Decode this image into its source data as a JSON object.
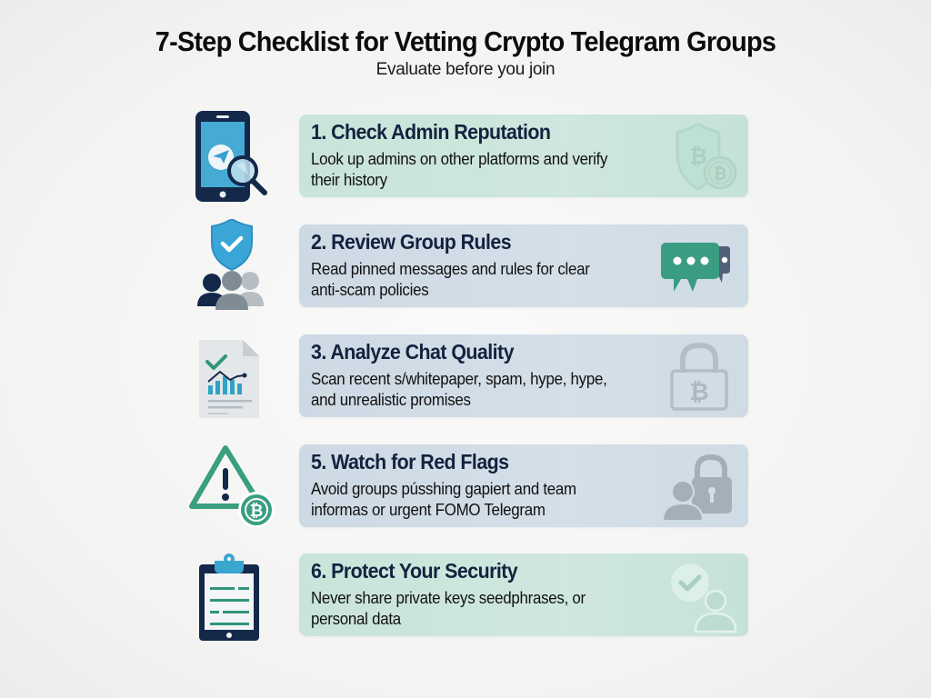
{
  "header": {
    "title": "7-Step Checklist for Vetting Crypto Telegram Groups",
    "subtitle": "Evaluate before you join"
  },
  "colors": {
    "navy": "#12233f",
    "teal": "#3a9e80",
    "sky_blue": "#3aa6cf",
    "card_green": "#cbe5dc",
    "card_blue": "#d0dce6",
    "gray_icon": "#a4afb7"
  },
  "steps": [
    {
      "title": "1. Check Admin Reputation",
      "description": "Look up admins on other platforms and verify their history",
      "left_icon": "phone-telegram-magnifier-icon",
      "right_icon": "shield-bitcoin-icon",
      "theme": "green"
    },
    {
      "title": "2. Review Group Rules",
      "description": "Read pinned messages and rules for clear anti-scam policies",
      "left_icon": "shield-check-users-icon",
      "right_icon": "chat-bubbles-icon",
      "theme": "blue"
    },
    {
      "title": "3. Analyze Chat Quality",
      "description": "Scan recent s/whitepaper, spam, hype, hype, and unrealistic promises",
      "left_icon": "document-chart-check-icon",
      "right_icon": "padlock-bitcoin-icon",
      "theme": "blue"
    },
    {
      "title": "5. Watch for Red Flags",
      "description": "Avoid groups pússhing gapiert and team informas or urgent FOMO Telegram",
      "left_icon": "warning-triangle-bitcoin-icon",
      "right_icon": "user-padlock-icon",
      "theme": "blue"
    },
    {
      "title": "6. Protect Your Security",
      "description": "Never share private keys seedphrases, or personal data",
      "left_icon": "clipboard-checklist-icon",
      "right_icon": "check-user-icon",
      "theme": "green"
    }
  ]
}
